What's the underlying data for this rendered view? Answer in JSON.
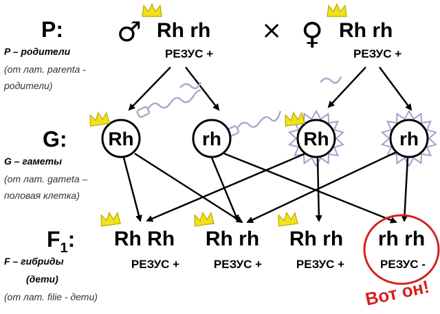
{
  "labels": {
    "p_label": "P:",
    "p_def": "P – родители",
    "p_note1": "(от лат. parenta -",
    "p_note2": "родители)",
    "g_label": "G:",
    "g_def": "G – гаметы",
    "g_note1": "(от лат. gameta –",
    "g_note2": "половая клетка)",
    "f_label_main": "F",
    "f_label_sub": "1",
    "f_label_colon": ":",
    "f_def": "F – гибриды",
    "f_def2": "(дети)",
    "f_note": "(от лат. filie - дети)"
  },
  "parents": {
    "male_symbol": "♂",
    "female_symbol": "♀",
    "cross": "×",
    "male_genotype": "Rh rh",
    "female_genotype": "Rh rh",
    "male_phenotype": "РЕЗУС +",
    "female_phenotype": "РЕЗУС +"
  },
  "gametes": [
    "Rh",
    "rh",
    "Rh",
    "rh"
  ],
  "offspring": [
    {
      "genotype": "Rh Rh",
      "phenotype": "РЕЗУС +"
    },
    {
      "genotype": "Rh rh",
      "phenotype": "РЕЗУС +"
    },
    {
      "genotype": "Rh rh",
      "phenotype": "РЕЗУС +"
    },
    {
      "genotype": "rh rh",
      "phenotype": "РЕЗУС -"
    }
  ],
  "annotation": "Вот он!",
  "colors": {
    "text": "#000000",
    "note": "#333333",
    "crown_fill": "#f2e21a",
    "crown_stroke": "#b8a800",
    "sperm": "#b0a6d0",
    "star": "#a99ad0",
    "highlight": "#d42020"
  }
}
